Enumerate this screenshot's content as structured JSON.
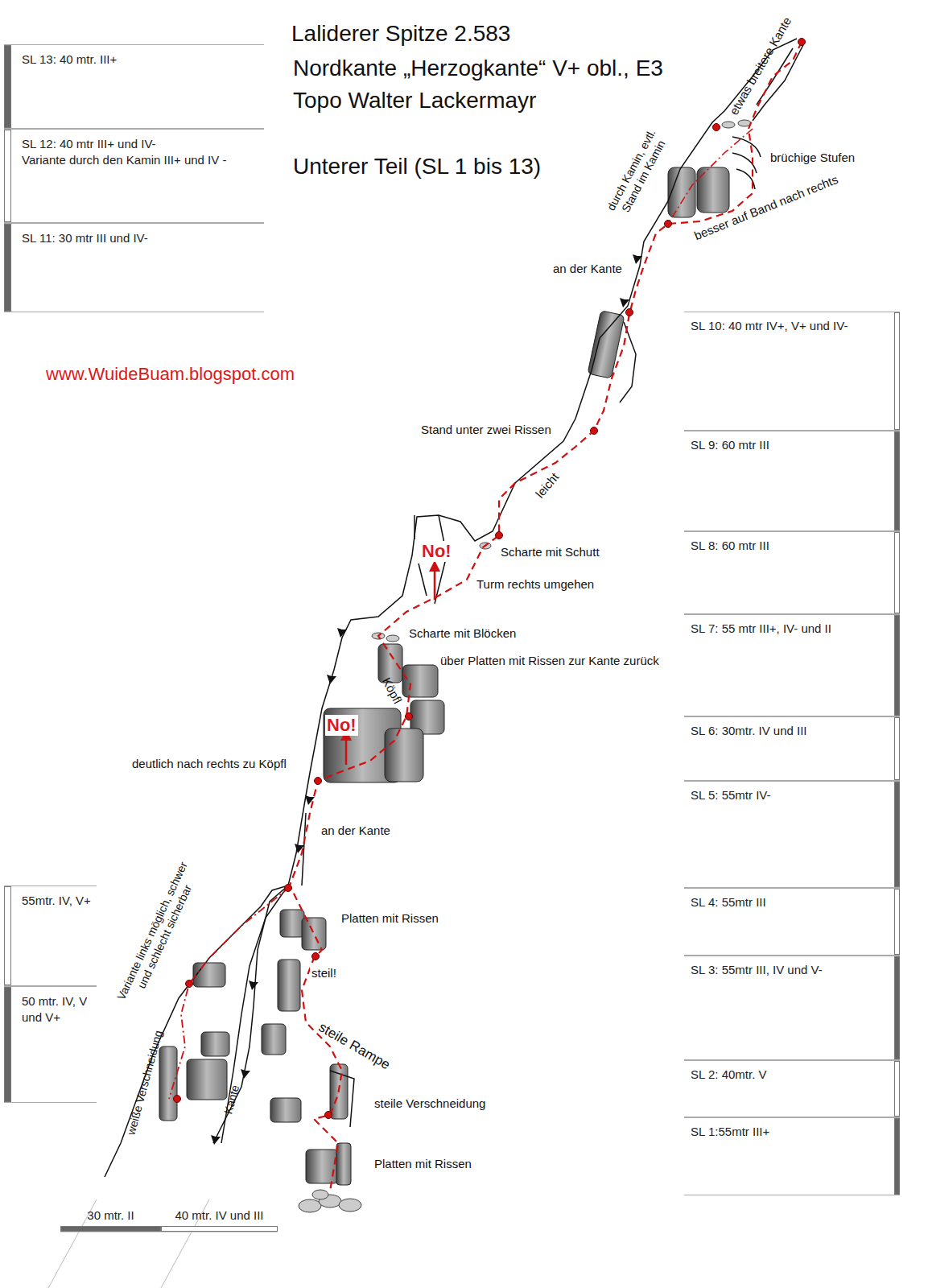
{
  "diagram": {
    "title": "Laliderer Spitze 2.583",
    "nodes": [
      {
        "text": [
          "SL 13: 40 mtr. III+"
        ]
      },
      {
        "text": [
          "SL 12: 40 mtr III+ und IV-",
          "Variante durch den Kamin III+ und IV -"
        ]
      },
      {
        "text": [
          "SL 11: 30 mtr III und IV-"
        ]
      },
      {
        "text": [
          "SL 10: 40 mtr IV+, V+ und IV-"
        ]
      },
      {
        "text": [
          "SL 9: 60 mtr III"
        ]
      },
      {
        "text": [
          "SL 8: 60 mtr III"
        ]
      },
      {
        "text": [
          "SL 7: 55 mtr III+, IV- und II"
        ]
      },
      {
        "text": [
          "SL 6: 30mtr. IV und III"
        ]
      },
      {
        "text": [
          "SL 5: 55mtr IV-"
        ]
      },
      {
        "text": [
          "SL 4: 55mtr III"
        ]
      },
      {
        "text": [
          "SL 3: 55mtr III, IV und V-"
        ]
      },
      {
        "text": [
          "SL 2: 40mtr. V"
        ]
      },
      {
        "text": [
          "SL 1:55mtr III+"
        ]
      },
      {
        "text": [
          "55mtr. IV, V+"
        ]
      },
      {
        "text": [
          "50 mtr. IV, V und V+"
        ]
      },
      {
        "text": [
          "30 mtr. II"
        ]
      },
      {
        "text": [
          "40 mtr. IV und III"
        ]
      }
    ],
    "labels": [
      "Nordkante „Herzogkante“ V+ obl., E3",
      "Topo Walter Lackermayr",
      "Unterer Teil (SL 1 bis 13)",
      "www.WuideBuam.blogspot.com",
      "etwas breitere Kante",
      "durch Kamin, evtl. Stand im Kamin",
      "brüchige Stufen",
      "besser auf Band nach rechts",
      "an der Kante",
      "Stand unter zwei Rissen",
      "leicht",
      "Scharte mit Schutt",
      "No!",
      "Turm rechts umgehen",
      "Scharte mit Blöcken",
      "über Platten mit Rissen zur Kante zurück",
      "Köpfl",
      "No!",
      "deutlich nach rechts zu Köpfl",
      "an der Kante",
      "Platten mit Rissen",
      "steil!",
      "Variante links möglich, schwer und schlecht sicherbar",
      "steile Rampe",
      "weiße Verschneidung",
      "Kante",
      "steile Verschneidung",
      "Platten mit Rissen"
    ]
  }
}
